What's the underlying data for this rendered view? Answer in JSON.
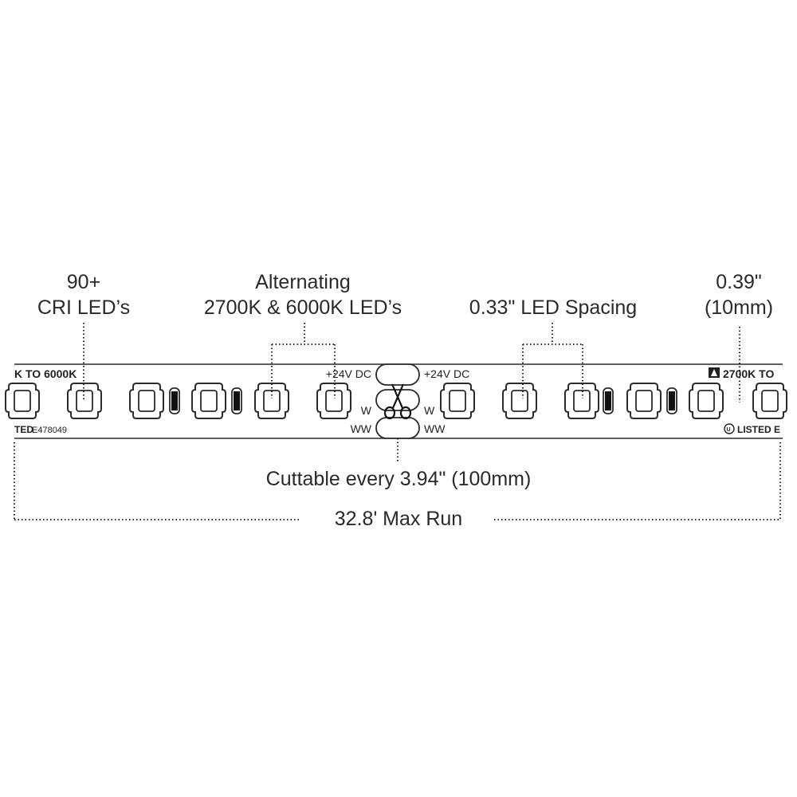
{
  "callouts": {
    "cri": {
      "line1": "90+",
      "line2": "CRI LED’s"
    },
    "alternating": {
      "line1": "Alternating",
      "line2": "2700K & 6000K LED’s"
    },
    "spacing": {
      "line1": "0.33\" LED Spacing"
    },
    "width": {
      "line1": "0.39\"",
      "line2": "(10mm)"
    },
    "cuttable": "Cuttable every 3.94\" (100mm)",
    "max_run": "32.8' Max Run"
  },
  "strip": {
    "left_top_text": "K TO 6000K",
    "left_bottom_text": "TED",
    "left_bottom_code": "E478049",
    "right_top_text": "2700K TO",
    "right_bottom_text": "LISTED E",
    "pad_left_labels": [
      "+24V DC",
      "W",
      "WW"
    ],
    "pad_right_labels": [
      "+24V DC",
      "W",
      "WW"
    ]
  },
  "icons": {
    "brand_logo": "triangle-logo-icon",
    "ul_mark": "ul-mark-icon",
    "cut": "scissors-icon"
  },
  "colors": {
    "line": "#2b2b2b",
    "text": "#2a2a2a",
    "resistor": "#111111"
  }
}
